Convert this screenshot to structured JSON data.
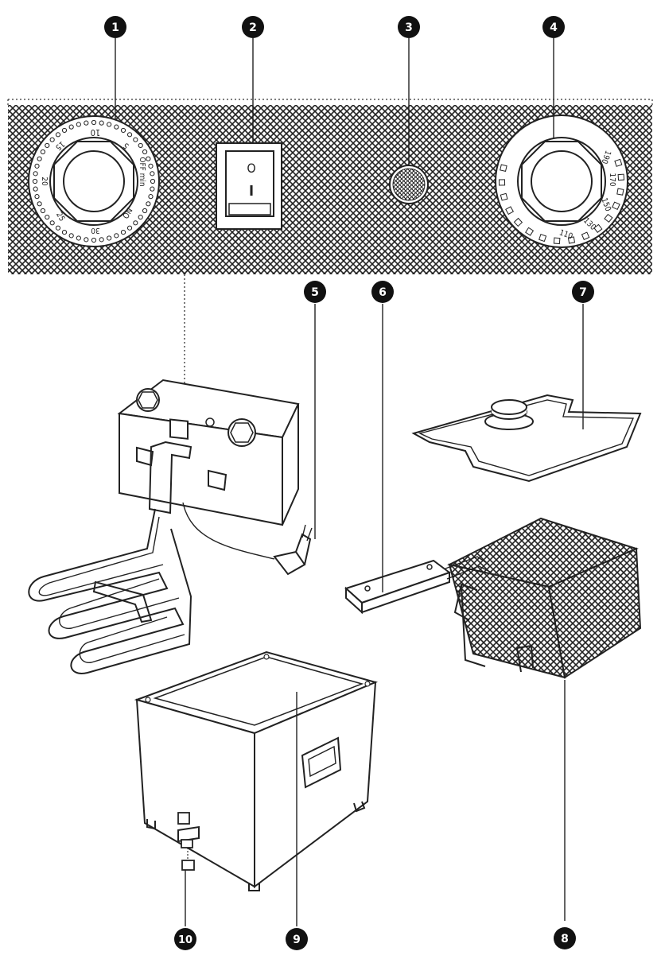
{
  "callouts": [
    "1",
    "2",
    "3",
    "4",
    "5",
    "6",
    "7",
    "8",
    "9",
    "10"
  ],
  "timer_dial": {
    "labels": [
      "10",
      "5",
      "OFF min",
      "ON",
      "30",
      "25",
      "20",
      "15"
    ]
  },
  "power_switch": {
    "on_symbol": "I",
    "off_symbol": "O"
  },
  "temperature_dial": {
    "labels": [
      "190",
      "170",
      "150",
      "130",
      "110"
    ]
  },
  "colors": {
    "ink": "#222222",
    "panel": "#2b2b2b",
    "callout": "#111111"
  },
  "icons": [
    "timer-knob-icon",
    "power-switch-icon",
    "indicator-light-icon",
    "thermostat-knob-icon",
    "plug-icon",
    "basket-handle-icon",
    "lid-icon",
    "basket-icon",
    "tank-icon",
    "drain-tap-icon"
  ]
}
